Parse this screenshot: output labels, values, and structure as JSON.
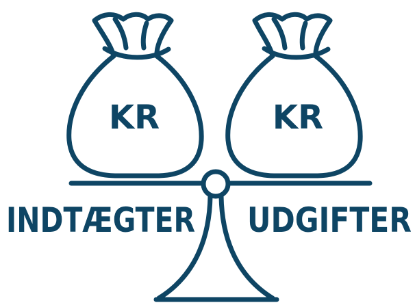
{
  "colors": {
    "ink": "#0e4564",
    "background": "#ffffff"
  },
  "icons": {
    "left_bag": "money-bag-icon",
    "right_bag": "money-bag-icon",
    "scale": "balance-scale-icon"
  },
  "left_bag": {
    "currency": "KR"
  },
  "right_bag": {
    "currency": "KR"
  },
  "labels": {
    "left": "INDTÆGTER",
    "right": "UDGIFTER"
  }
}
